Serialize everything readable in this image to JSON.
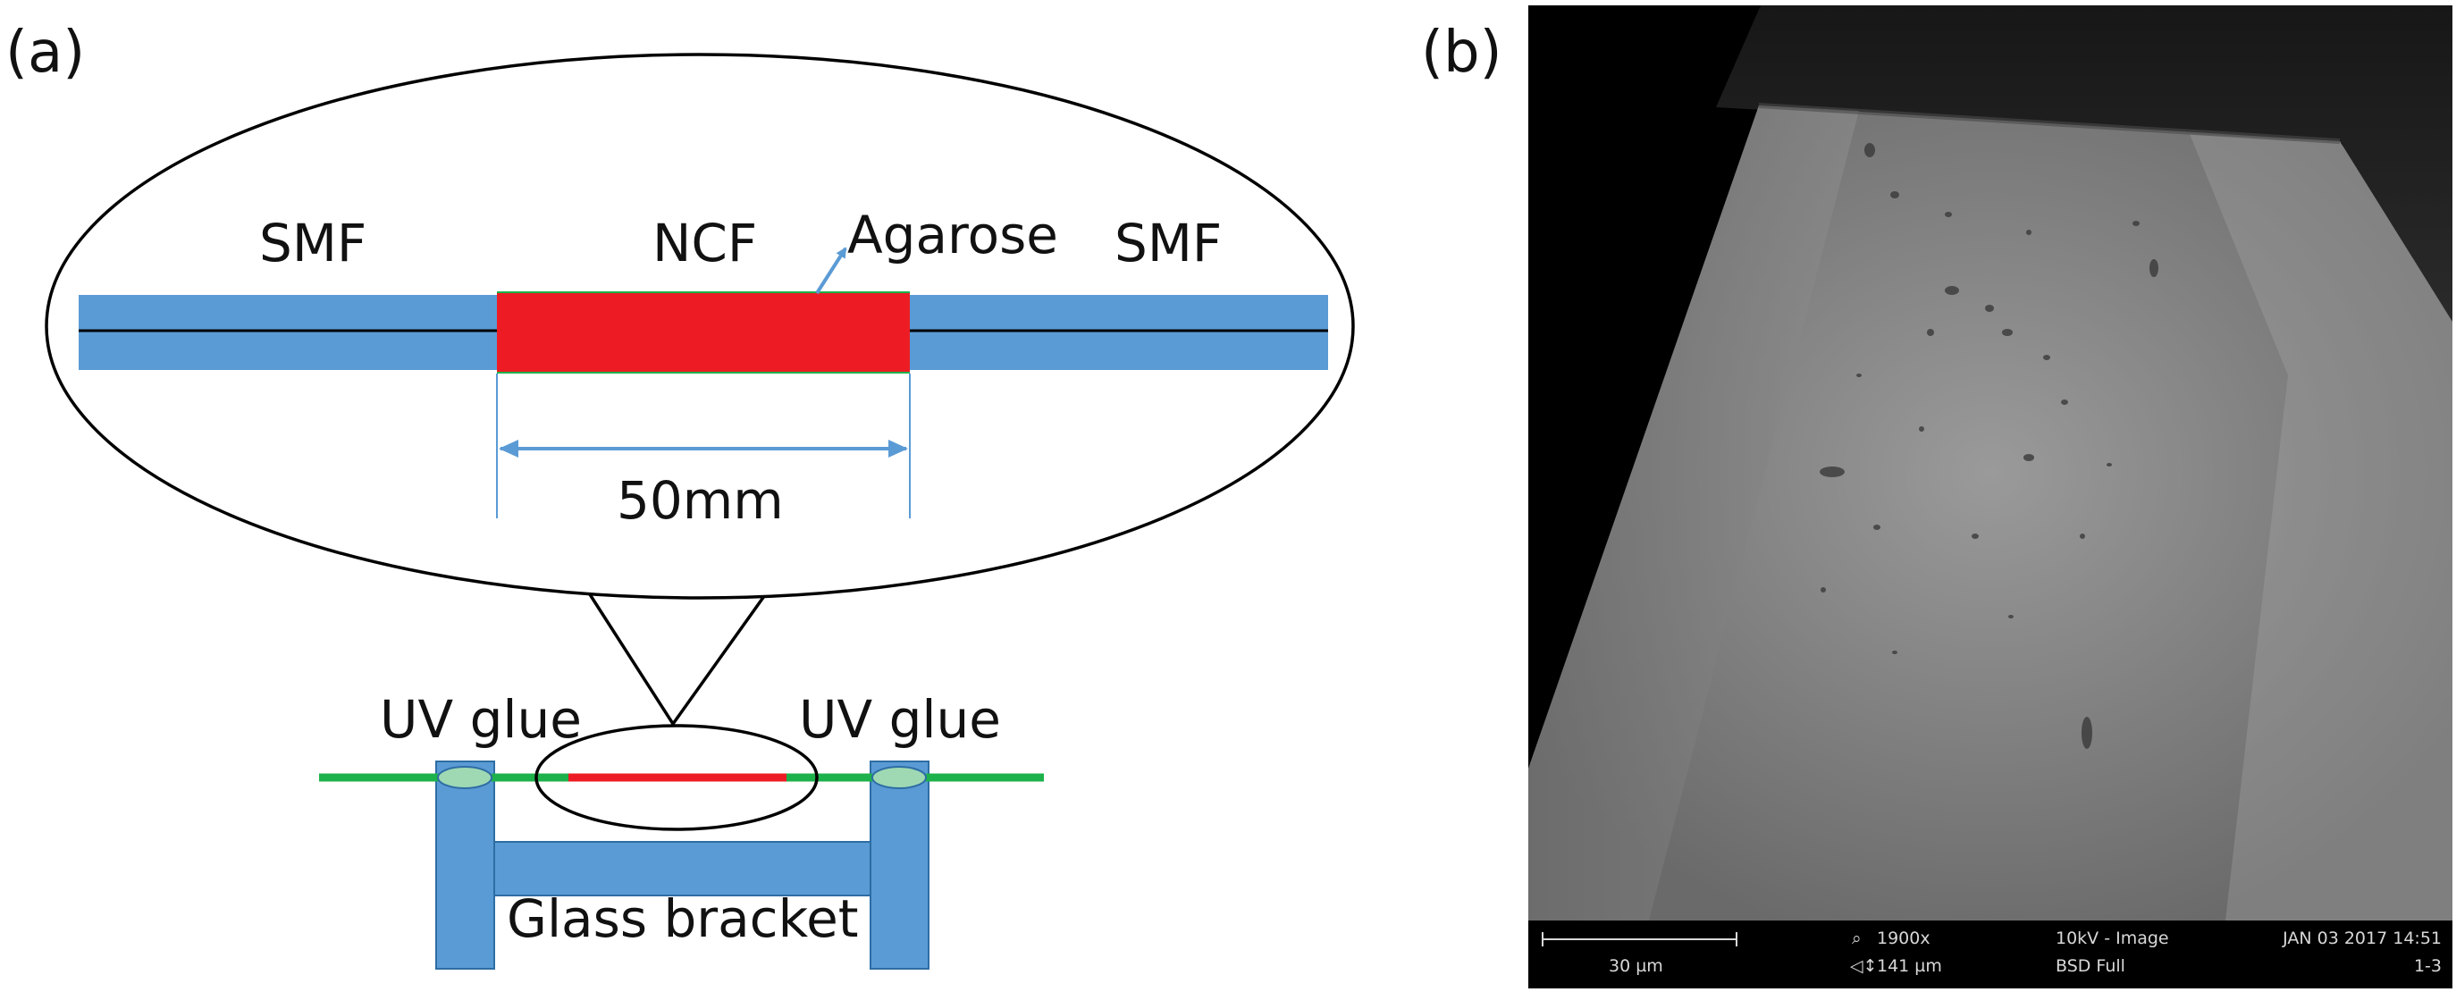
{
  "panel_a": {
    "label": "(a)",
    "left_fiber": "SMF",
    "center_fiber": "NCF",
    "coating": "Agarose",
    "right_fiber": "SMF",
    "length": "50mm",
    "glue_left": "UV glue",
    "glue_right": "UV glue",
    "bracket": "Glass bracket"
  },
  "panel_b": {
    "label": "(b)",
    "scale_bar": "30 µm",
    "magnification": "1900x",
    "field_width": "141 µm",
    "voltage_mode": "10kV - Image",
    "detector": "BSD Full",
    "date": "JAN 03 2017 14:51",
    "frame": "1-3"
  },
  "colors": {
    "fiber_blue": "#5b9bd5",
    "ncf_red": "#ed1c24",
    "fiber_green": "#1db14b",
    "bracket_blue": "#5b9bd5",
    "glue_fill": "#9fd9b4",
    "sem_background": "#000000"
  }
}
